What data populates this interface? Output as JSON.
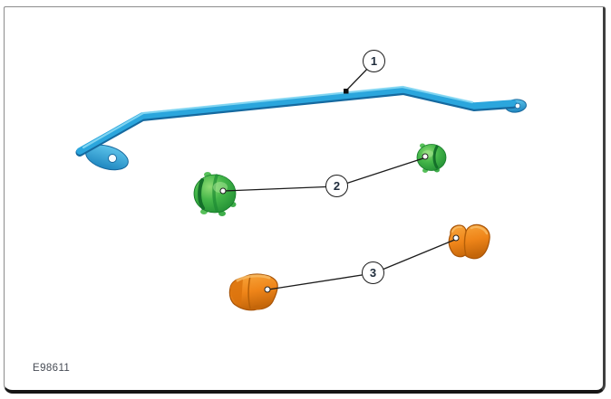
{
  "figure": {
    "id_label": "E98611"
  },
  "callouts": [
    {
      "number": "1",
      "target_icon": "stabilizer-bar-illustration",
      "color": "#2ba6dd"
    },
    {
      "number": "2",
      "target_icon": "bushing-illustration",
      "color": "#3cb043"
    },
    {
      "number": "3",
      "target_icon": "bracket-illustration",
      "color": "#ef8519"
    }
  ],
  "colors": {
    "bar_blue": "#2ba6dd",
    "bar_blue_shadow": "#15699f",
    "bar_blue_highlight": "#8edcf5",
    "bushing_green": "#3cb043",
    "bushing_green_dark": "#157a28",
    "bracket_orange": "#ef8519",
    "bracket_orange_dark": "#a85407",
    "leader_line": "#1c1c1c",
    "frame_border": "#8c8c8c",
    "background": "#ffffff"
  }
}
